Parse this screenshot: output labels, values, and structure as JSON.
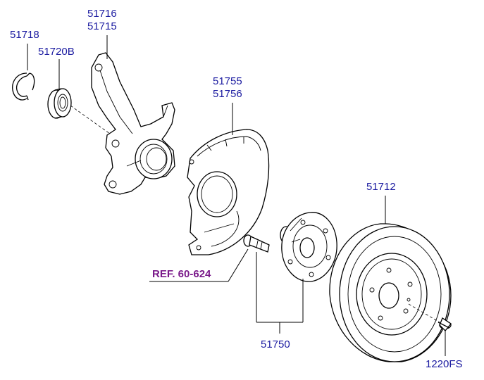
{
  "labels": {
    "snap_ring": "51718",
    "bearing": "51720B",
    "knuckle_line1": "51716",
    "knuckle_line2": "51715",
    "dust_cover_line1": "51755",
    "dust_cover_line2": "51756",
    "disc": "51712",
    "ref": "REF. 60-624",
    "hub": "51750",
    "screw": "1220FS"
  }
}
